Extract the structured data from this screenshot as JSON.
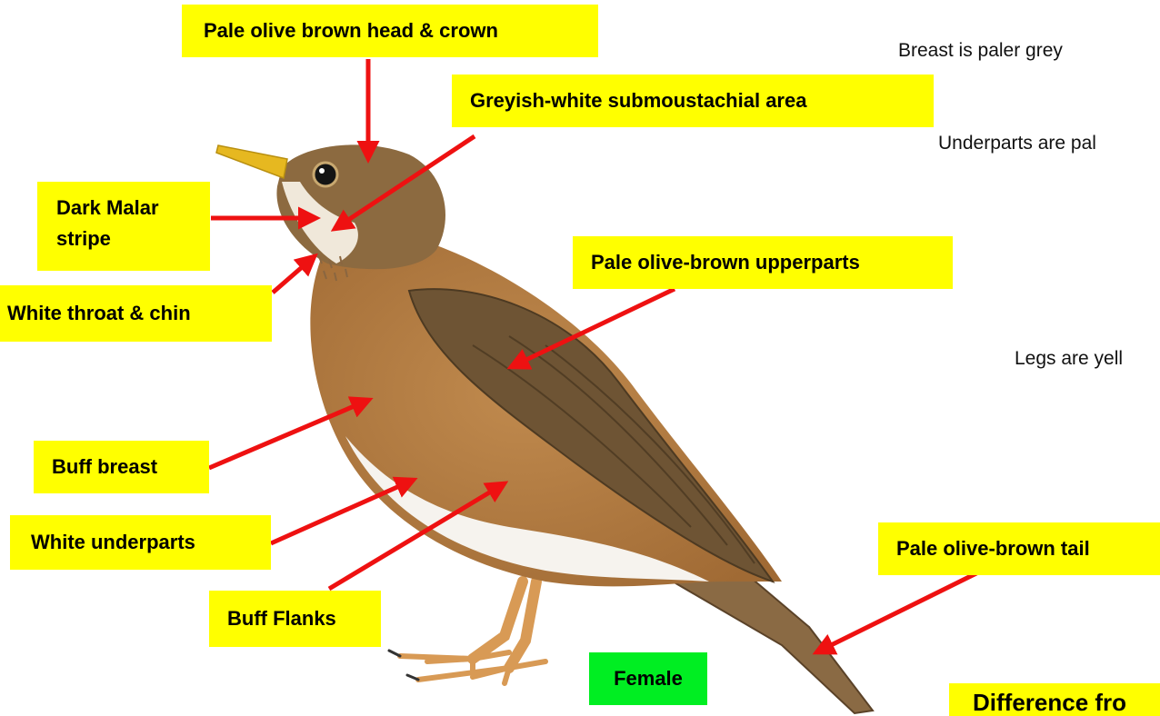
{
  "labels": {
    "head_crown": "Pale olive brown head & crown",
    "submoustachial": "Greyish-white submoustachial area",
    "malar_line1": "Dark Malar",
    "malar_line2": "stripe",
    "throat_chin": "White throat & chin",
    "upperparts": "Pale olive-brown upperparts",
    "buff_breast": "Buff breast",
    "white_underparts": "White underparts",
    "buff_flanks": "Buff Flanks",
    "tail": "Pale olive-brown tail",
    "female": "Female"
  },
  "notes": {
    "breast": "Breast is paler grey",
    "underparts": "Underparts are pal",
    "legs": "Legs are yell"
  },
  "footer": {
    "difference": "Difference fro"
  },
  "colors": {
    "label_bg": "#ffff00",
    "arrow": "#ee1111",
    "female_bg": "#00ee22"
  }
}
